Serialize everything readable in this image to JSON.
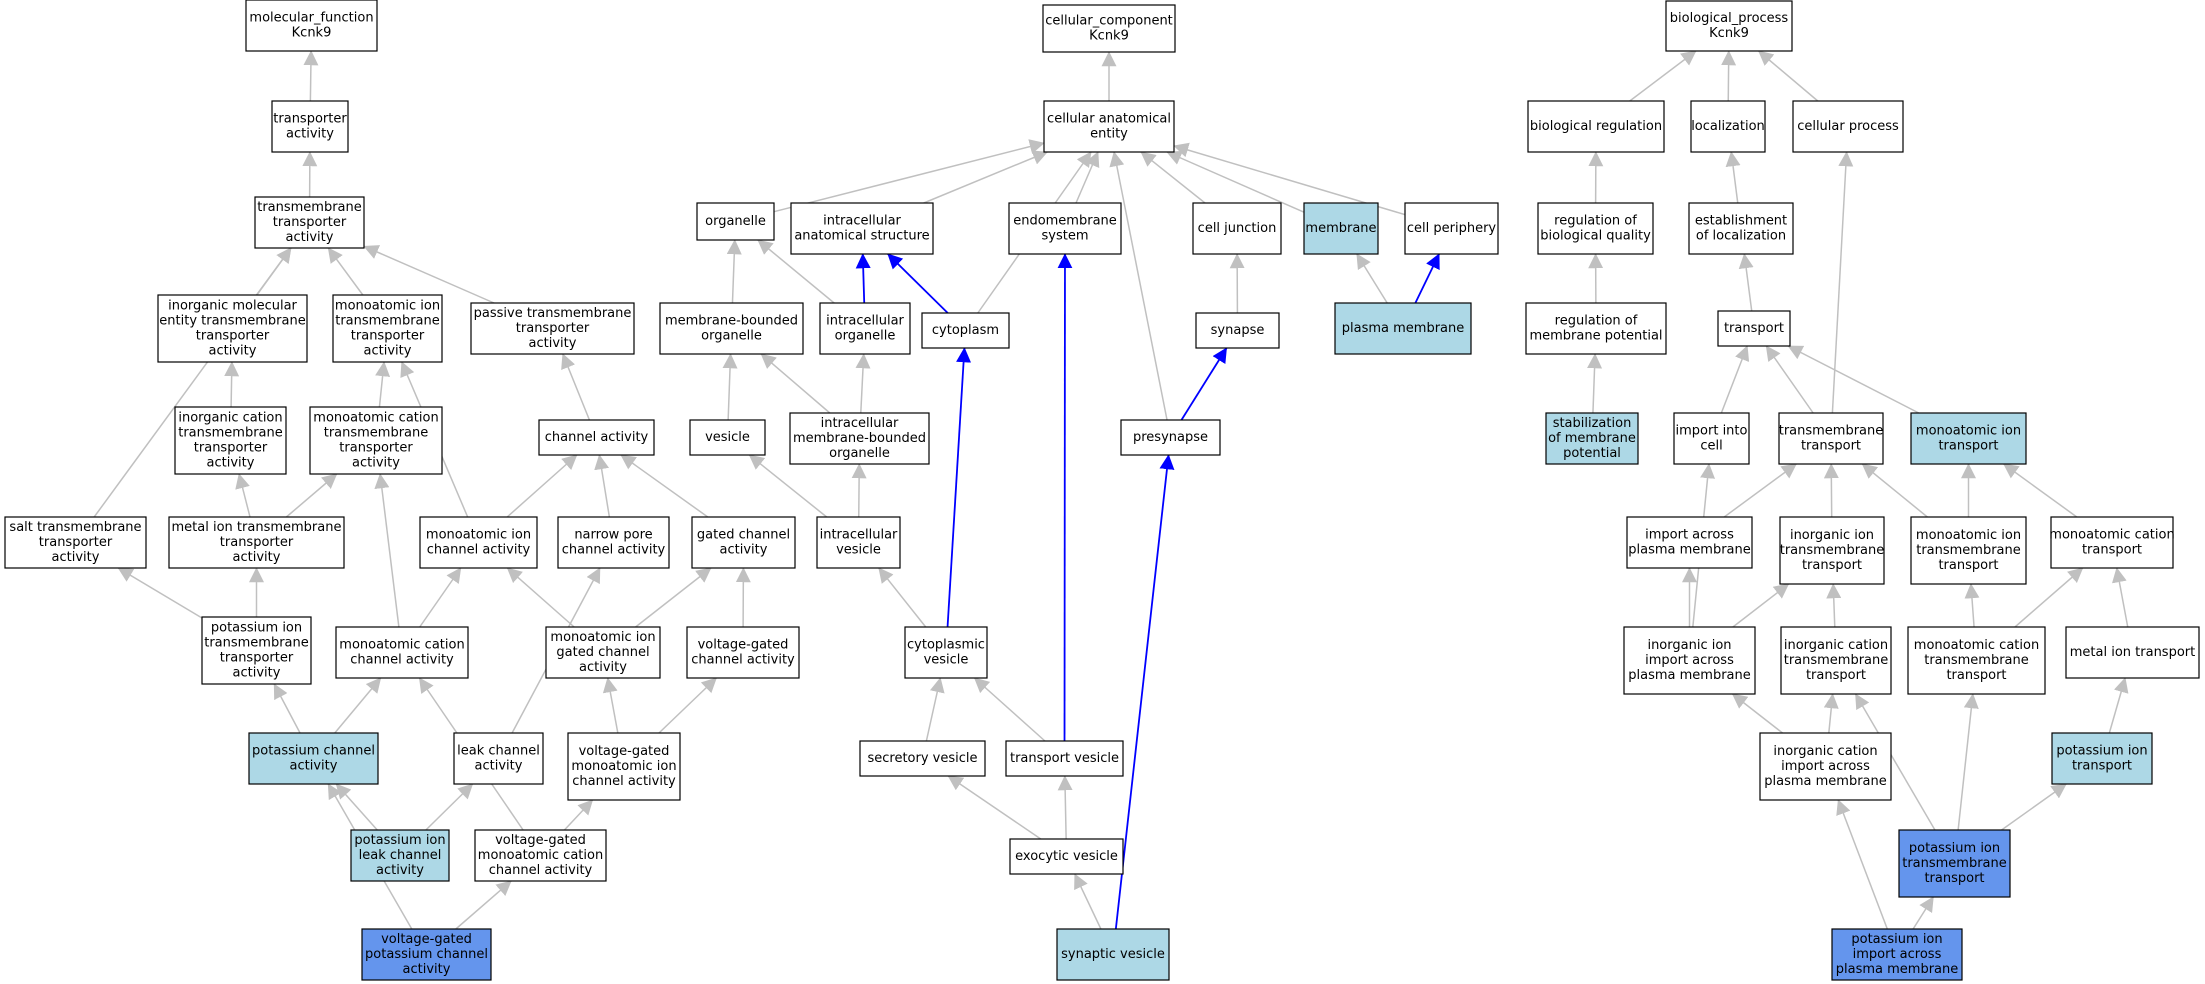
{
  "colors": {
    "default_fill": "#ffffff",
    "light_fill": "#add8e6",
    "strong_fill": "#6495ed",
    "gray_edge": "#c0c0c0",
    "blue_edge": "#0000ff"
  },
  "nodes": [
    {
      "id": "mf",
      "lines": [
        "molecular_function",
        "Kcnk9"
      ]
    },
    {
      "id": "ta",
      "lines": [
        "transporter",
        "activity"
      ]
    },
    {
      "id": "tmta",
      "lines": [
        "transmembrane",
        "transporter",
        "activity"
      ]
    },
    {
      "id": "imet",
      "lines": [
        "inorganic molecular",
        "entity transmembrane",
        "transporter",
        "activity"
      ]
    },
    {
      "id": "moitta",
      "lines": [
        "monoatomic ion",
        "transmembrane",
        "transporter",
        "activity"
      ]
    },
    {
      "id": "ptta",
      "lines": [
        "passive transmembrane",
        "transporter",
        "activity"
      ]
    },
    {
      "id": "icta",
      "lines": [
        "inorganic cation",
        "transmembrane",
        "transporter",
        "activity"
      ]
    },
    {
      "id": "mocta",
      "lines": [
        "monoatomic cation",
        "transmembrane",
        "transporter",
        "activity"
      ]
    },
    {
      "id": "chan",
      "lines": [
        "channel activity"
      ]
    },
    {
      "id": "salt",
      "lines": [
        "salt transmembrane",
        "transporter",
        "activity"
      ]
    },
    {
      "id": "metal",
      "lines": [
        "metal ion transmembrane",
        "transporter",
        "activity"
      ]
    },
    {
      "id": "moich",
      "lines": [
        "monoatomic ion",
        "channel activity"
      ]
    },
    {
      "id": "narrow",
      "lines": [
        "narrow pore",
        "channel activity"
      ]
    },
    {
      "id": "gated",
      "lines": [
        "gated channel",
        "activity"
      ]
    },
    {
      "id": "pitta",
      "lines": [
        "potassium ion",
        "transmembrane",
        "transporter",
        "activity"
      ]
    },
    {
      "id": "mcca",
      "lines": [
        "monoatomic cation",
        "channel activity"
      ]
    },
    {
      "id": "moigca",
      "lines": [
        "monoatomic ion",
        "gated channel",
        "activity"
      ]
    },
    {
      "id": "vgca",
      "lines": [
        "voltage-gated",
        "channel activity"
      ]
    },
    {
      "id": "pca",
      "lines": [
        "potassium channel",
        "activity"
      ],
      "style": "light"
    },
    {
      "id": "leak",
      "lines": [
        "leak channel",
        "activity"
      ]
    },
    {
      "id": "vgmoi",
      "lines": [
        "voltage-gated",
        "monoatomic ion",
        "channel activity"
      ]
    },
    {
      "id": "pilca",
      "lines": [
        "potassium ion",
        "leak channel",
        "activity"
      ],
      "style": "light"
    },
    {
      "id": "vgmc",
      "lines": [
        "voltage-gated",
        "monoatomic cation",
        "channel activity"
      ]
    },
    {
      "id": "vgpca",
      "lines": [
        "voltage-gated",
        "potassium channel",
        "activity"
      ],
      "style": "strong"
    },
    {
      "id": "cc",
      "lines": [
        "cellular_component",
        "Kcnk9"
      ]
    },
    {
      "id": "cae",
      "lines": [
        "cellular anatomical",
        "entity"
      ]
    },
    {
      "id": "org",
      "lines": [
        "organelle"
      ]
    },
    {
      "id": "ias",
      "lines": [
        "intracellular",
        "anatomical structure"
      ]
    },
    {
      "id": "ems",
      "lines": [
        "endomembrane",
        "system"
      ]
    },
    {
      "id": "cj",
      "lines": [
        "cell junction"
      ]
    },
    {
      "id": "mem",
      "lines": [
        "membrane"
      ],
      "style": "light"
    },
    {
      "id": "cp",
      "lines": [
        "cell periphery"
      ]
    },
    {
      "id": "mbo",
      "lines": [
        "membrane-bounded",
        "organelle"
      ]
    },
    {
      "id": "io",
      "lines": [
        "intracellular",
        "organelle"
      ]
    },
    {
      "id": "cyto",
      "lines": [
        "cytoplasm"
      ]
    },
    {
      "id": "syn",
      "lines": [
        "synapse"
      ]
    },
    {
      "id": "pm",
      "lines": [
        "plasma membrane"
      ],
      "style": "light"
    },
    {
      "id": "ves",
      "lines": [
        "vesicle"
      ]
    },
    {
      "id": "imbo",
      "lines": [
        "intracellular",
        "membrane-bounded",
        "organelle"
      ]
    },
    {
      "id": "presyn",
      "lines": [
        "presynapse"
      ]
    },
    {
      "id": "iv",
      "lines": [
        "intracellular",
        "vesicle"
      ]
    },
    {
      "id": "cv",
      "lines": [
        "cytoplasmic",
        "vesicle"
      ]
    },
    {
      "id": "sv",
      "lines": [
        "secretory vesicle"
      ]
    },
    {
      "id": "tv",
      "lines": [
        "transport vesicle"
      ]
    },
    {
      "id": "ev",
      "lines": [
        "exocytic vesicle"
      ]
    },
    {
      "id": "synv",
      "lines": [
        "synaptic vesicle"
      ],
      "style": "light"
    },
    {
      "id": "bp",
      "lines": [
        "biological_process",
        "Kcnk9"
      ]
    },
    {
      "id": "br",
      "lines": [
        "biological regulation"
      ]
    },
    {
      "id": "loc",
      "lines": [
        "localization"
      ]
    },
    {
      "id": "cpr",
      "lines": [
        "cellular process"
      ]
    },
    {
      "id": "rbq",
      "lines": [
        "regulation of",
        "biological quality"
      ]
    },
    {
      "id": "eol",
      "lines": [
        "establishment",
        "of localization"
      ]
    },
    {
      "id": "rmp",
      "lines": [
        "regulation of",
        "membrane potential"
      ]
    },
    {
      "id": "tr",
      "lines": [
        "transport"
      ]
    },
    {
      "id": "smp",
      "lines": [
        "stabilization",
        "of membrane",
        "potential"
      ],
      "style": "light"
    },
    {
      "id": "iic",
      "lines": [
        "import into",
        "cell"
      ]
    },
    {
      "id": "tmt",
      "lines": [
        "transmembrane",
        "transport"
      ]
    },
    {
      "id": "moit",
      "lines": [
        "monoatomic ion",
        "transport"
      ],
      "style": "light"
    },
    {
      "id": "iapm",
      "lines": [
        "import across",
        "plasma membrane"
      ]
    },
    {
      "id": "iitt",
      "lines": [
        "inorganic ion",
        "transmembrane",
        "transport"
      ]
    },
    {
      "id": "moitt",
      "lines": [
        "monoatomic ion",
        "transmembrane",
        "transport"
      ]
    },
    {
      "id": "mct",
      "lines": [
        "monoatomic cation",
        "transport"
      ]
    },
    {
      "id": "iiiapm",
      "lines": [
        "inorganic ion",
        "import across",
        "plasma membrane"
      ]
    },
    {
      "id": "ictt",
      "lines": [
        "inorganic cation",
        "transmembrane",
        "transport"
      ]
    },
    {
      "id": "mctt",
      "lines": [
        "monoatomic cation",
        "transmembrane",
        "transport"
      ]
    },
    {
      "id": "mit",
      "lines": [
        "metal ion transport"
      ]
    },
    {
      "id": "iciapm",
      "lines": [
        "inorganic cation",
        "import across",
        "plasma membrane"
      ]
    },
    {
      "id": "pit",
      "lines": [
        "potassium ion",
        "transport"
      ],
      "style": "light"
    },
    {
      "id": "pitt",
      "lines": [
        "potassium ion",
        "transmembrane",
        "transport"
      ],
      "style": "strong"
    },
    {
      "id": "piiapm",
      "lines": [
        "potassium ion",
        "import across",
        "plasma membrane"
      ],
      "style": "strong"
    }
  ],
  "edges": [
    [
      "ta",
      "mf"
    ],
    [
      "tmta",
      "ta"
    ],
    [
      "imet",
      "tmta"
    ],
    [
      "moitta",
      "tmta"
    ],
    [
      "ptta",
      "tmta"
    ],
    [
      "salt",
      "tmta"
    ],
    [
      "icta",
      "imet"
    ],
    [
      "mocta",
      "moitta"
    ],
    [
      "metal",
      "icta"
    ],
    [
      "metal",
      "mocta"
    ],
    [
      "chan",
      "ptta"
    ],
    [
      "moich",
      "chan"
    ],
    [
      "narrow",
      "chan"
    ],
    [
      "gated",
      "chan"
    ],
    [
      "moich",
      "moitta"
    ],
    [
      "pitta",
      "salt"
    ],
    [
      "pitta",
      "metal"
    ],
    [
      "mcca",
      "moich"
    ],
    [
      "mcca",
      "mocta"
    ],
    [
      "moigca",
      "moich"
    ],
    [
      "moigca",
      "gated"
    ],
    [
      "vgca",
      "gated"
    ],
    [
      "pca",
      "pitta"
    ],
    [
      "pca",
      "mcca"
    ],
    [
      "leak",
      "narrow"
    ],
    [
      "vgmoi",
      "moigca"
    ],
    [
      "vgmoi",
      "vgca"
    ],
    [
      "pilca",
      "pca"
    ],
    [
      "pilca",
      "leak"
    ],
    [
      "vgmc",
      "mcca"
    ],
    [
      "vgmc",
      "vgmoi"
    ],
    [
      "vgpca",
      "pca"
    ],
    [
      "vgpca",
      "vgmc"
    ],
    [
      "cae",
      "cc"
    ],
    [
      "org",
      "cae"
    ],
    [
      "ias",
      "cae"
    ],
    [
      "ems",
      "cae"
    ],
    [
      "cj",
      "cae"
    ],
    [
      "mem",
      "cae"
    ],
    [
      "cp",
      "cae"
    ],
    [
      "cyto",
      "cae"
    ],
    [
      "presyn",
      "cae"
    ],
    [
      "mbo",
      "org"
    ],
    [
      "io",
      "org"
    ],
    [
      "io",
      "ias",
      "blue"
    ],
    [
      "cyto",
      "ias",
      "blue"
    ],
    [
      "syn",
      "cj"
    ],
    [
      "pm",
      "mem"
    ],
    [
      "pm",
      "cp",
      "blue"
    ],
    [
      "ves",
      "mbo"
    ],
    [
      "imbo",
      "mbo"
    ],
    [
      "imbo",
      "io"
    ],
    [
      "presyn",
      "syn",
      "blue"
    ],
    [
      "iv",
      "ves"
    ],
    [
      "iv",
      "imbo"
    ],
    [
      "cv",
      "iv"
    ],
    [
      "cv",
      "cyto",
      "blue"
    ],
    [
      "sv",
      "cv"
    ],
    [
      "tv",
      "cv"
    ],
    [
      "tv",
      "ems",
      "blue"
    ],
    [
      "ev",
      "sv"
    ],
    [
      "ev",
      "tv"
    ],
    [
      "synv",
      "ev"
    ],
    [
      "synv",
      "presyn",
      "blue"
    ],
    [
      "br",
      "bp"
    ],
    [
      "loc",
      "bp"
    ],
    [
      "cpr",
      "bp"
    ],
    [
      "rbq",
      "br"
    ],
    [
      "eol",
      "loc"
    ],
    [
      "rmp",
      "rbq"
    ],
    [
      "tr",
      "eol"
    ],
    [
      "smp",
      "rmp"
    ],
    [
      "iic",
      "tr"
    ],
    [
      "tmt",
      "tr"
    ],
    [
      "moit",
      "tr"
    ],
    [
      "tmt",
      "cpr"
    ],
    [
      "iapm",
      "tmt"
    ],
    [
      "iitt",
      "tmt"
    ],
    [
      "moitt",
      "tmt"
    ],
    [
      "moitt",
      "moit"
    ],
    [
      "mct",
      "moit"
    ],
    [
      "iiiapm",
      "iic"
    ],
    [
      "iiiapm",
      "iapm"
    ],
    [
      "iiiapm",
      "iitt"
    ],
    [
      "ictt",
      "iitt"
    ],
    [
      "mctt",
      "moitt"
    ],
    [
      "mctt",
      "mct"
    ],
    [
      "mit",
      "mct"
    ],
    [
      "iciapm",
      "iiiapm"
    ],
    [
      "iciapm",
      "ictt"
    ],
    [
      "pit",
      "mit"
    ],
    [
      "pitt",
      "ictt"
    ],
    [
      "pitt",
      "mctt"
    ],
    [
      "pitt",
      "pit"
    ],
    [
      "piiapm",
      "iciapm"
    ],
    [
      "piiapm",
      "pitt"
    ]
  ]
}
